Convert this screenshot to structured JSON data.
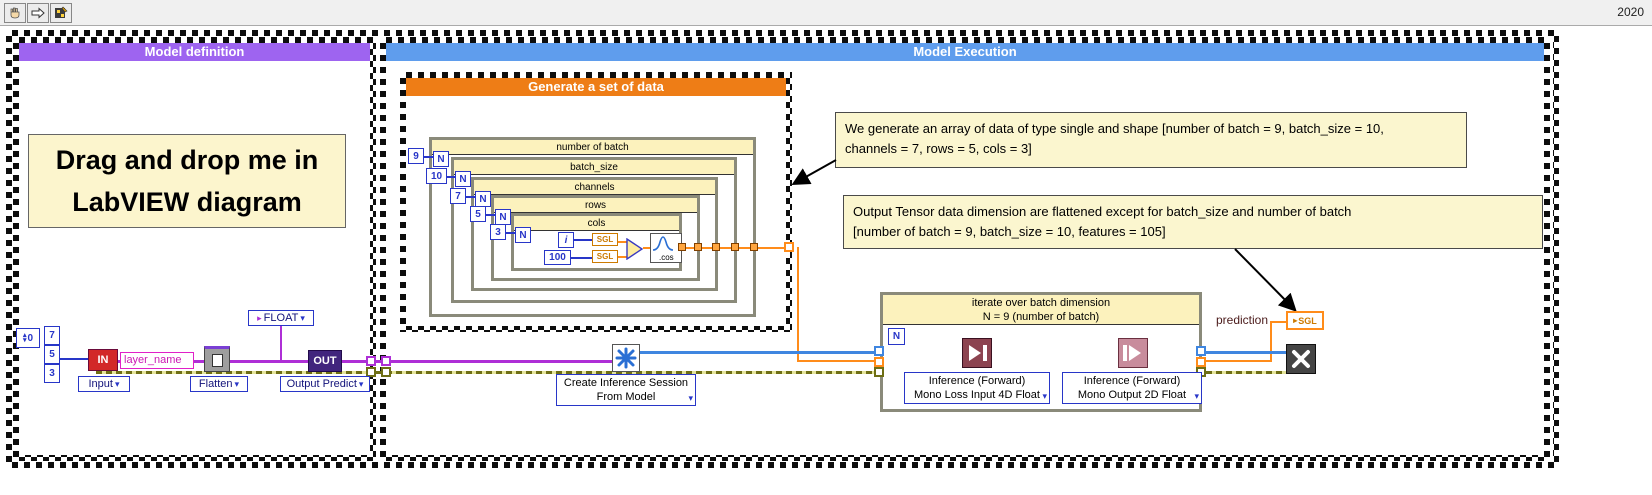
{
  "toolbar": {
    "year": "2020"
  },
  "frames": {
    "model_definition_title": "Model definition",
    "model_execution_title": "Model Execution",
    "generate_title": "Generate a set of data"
  },
  "model_definition": {
    "note_line1": "Drag and drop me in",
    "note_line2": "LabVIEW diagram",
    "array_index": "0",
    "array_values": [
      "7",
      "5",
      "3"
    ],
    "in_label": "IN",
    "layer_name": "layer_name",
    "input_selector": "Input",
    "flatten_selector": "Flatten",
    "float_selector": "FLOAT",
    "out_label": "OUT",
    "output_selector": "Output Predict"
  },
  "generate": {
    "loops": [
      {
        "label": "number of batch",
        "count": "9",
        "n": "N"
      },
      {
        "label": "batch_size",
        "count": "10",
        "n": "N"
      },
      {
        "label": "channels",
        "count": "7",
        "n": "N"
      },
      {
        "label": "rows",
        "count": "5",
        "n": "N"
      },
      {
        "label": "cols",
        "count": "3",
        "n": "N"
      }
    ],
    "iterator": "i",
    "constant_100": "100",
    "sgl_a": "SGL",
    "sgl_b": "SGL",
    "cos_label": ".cos"
  },
  "comments": {
    "c1_line1": "We generate an array of data of type single and shape [number of batch = 9, batch_size = 10,",
    "c1_line2": "channels = 7, rows = 5, cols = 3]",
    "c2_line1": "Output Tensor data dimension are flattened except for batch_size and number of batch",
    "c2_line2": "[number of batch = 9, batch_size = 10, features = 105]"
  },
  "execution": {
    "create_session_line1": "Create Inference Session",
    "create_session_line2": "From Model",
    "batch_loop_line1": "iterate over batch dimension",
    "batch_loop_line2": "N = 9 (number of batch)",
    "n_terminal": "N",
    "inference_input_line1": "Inference (Forward)",
    "inference_input_line2": "Mono Loss Input 4D Float",
    "inference_output_line1": "Inference (Forward)",
    "inference_output_line2": "Mono Output 2D Float",
    "prediction_label": "prediction",
    "prediction_type": "SGL"
  },
  "colors": {
    "definition_header": "#9e64f0",
    "execution_header": "#5f9ded",
    "generate_header": "#ee7d16",
    "model_wire": "#ae2fd6",
    "session_wire": "#3f86e0",
    "data_wire": "#ff8c1a",
    "error_wire": "#6e6e14"
  }
}
